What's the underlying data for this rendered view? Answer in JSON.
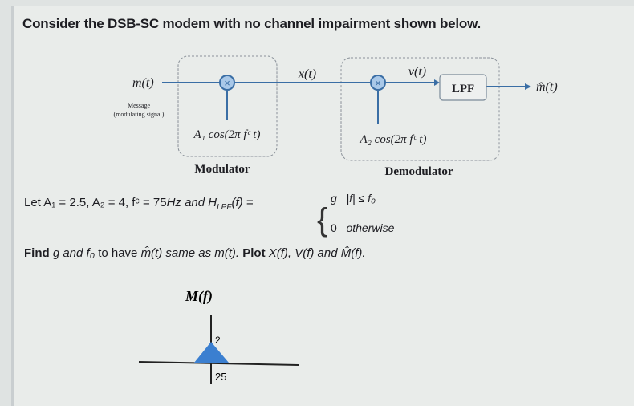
{
  "title": "Consider the DSB-SC modem with no channel impairment shown below.",
  "diagram": {
    "input_label": "m(t)",
    "input_caption_1": "Message",
    "input_caption_2": "(modulating signal)",
    "modulator_carrier": "A₁ cos(2π fᶜ t)",
    "modulator_label": "Modulator",
    "tx_signal": "x(t)",
    "mixed_signal": "v(t)",
    "filter_label": "LPF",
    "demod_carrier": "A₂ cos(2π fᶜ t)",
    "demodulator_label": "Demodulator",
    "output_label": "m̂(t)",
    "mixer_symbol": "×",
    "line_color": "#3a6ea5",
    "mixer_fill": "#a9c8e8"
  },
  "given": {
    "prefix": "Let A₁ = 2.5, A₂ = 4, fᶜ = 75",
    "unit": "Hz and H",
    "sub": "LPF",
    "fn": "(f) = ",
    "case1_val": "g",
    "case1_cond": "|f| ≤ f₀",
    "case2_val": "0",
    "case2_cond": "otherwise"
  },
  "task": {
    "find": "Find",
    "part1": " g and f₀ ",
    "part2": "to have ",
    "part3": "m̂(t) same as m(t).",
    "plot": " Plot ",
    "part4": "X(f), V(f) and M̂(f)."
  },
  "spectrum": {
    "title": "M(f)",
    "peak_label": "2",
    "bandwidth_label": "25",
    "fill_color": "#3b7fd0"
  }
}
